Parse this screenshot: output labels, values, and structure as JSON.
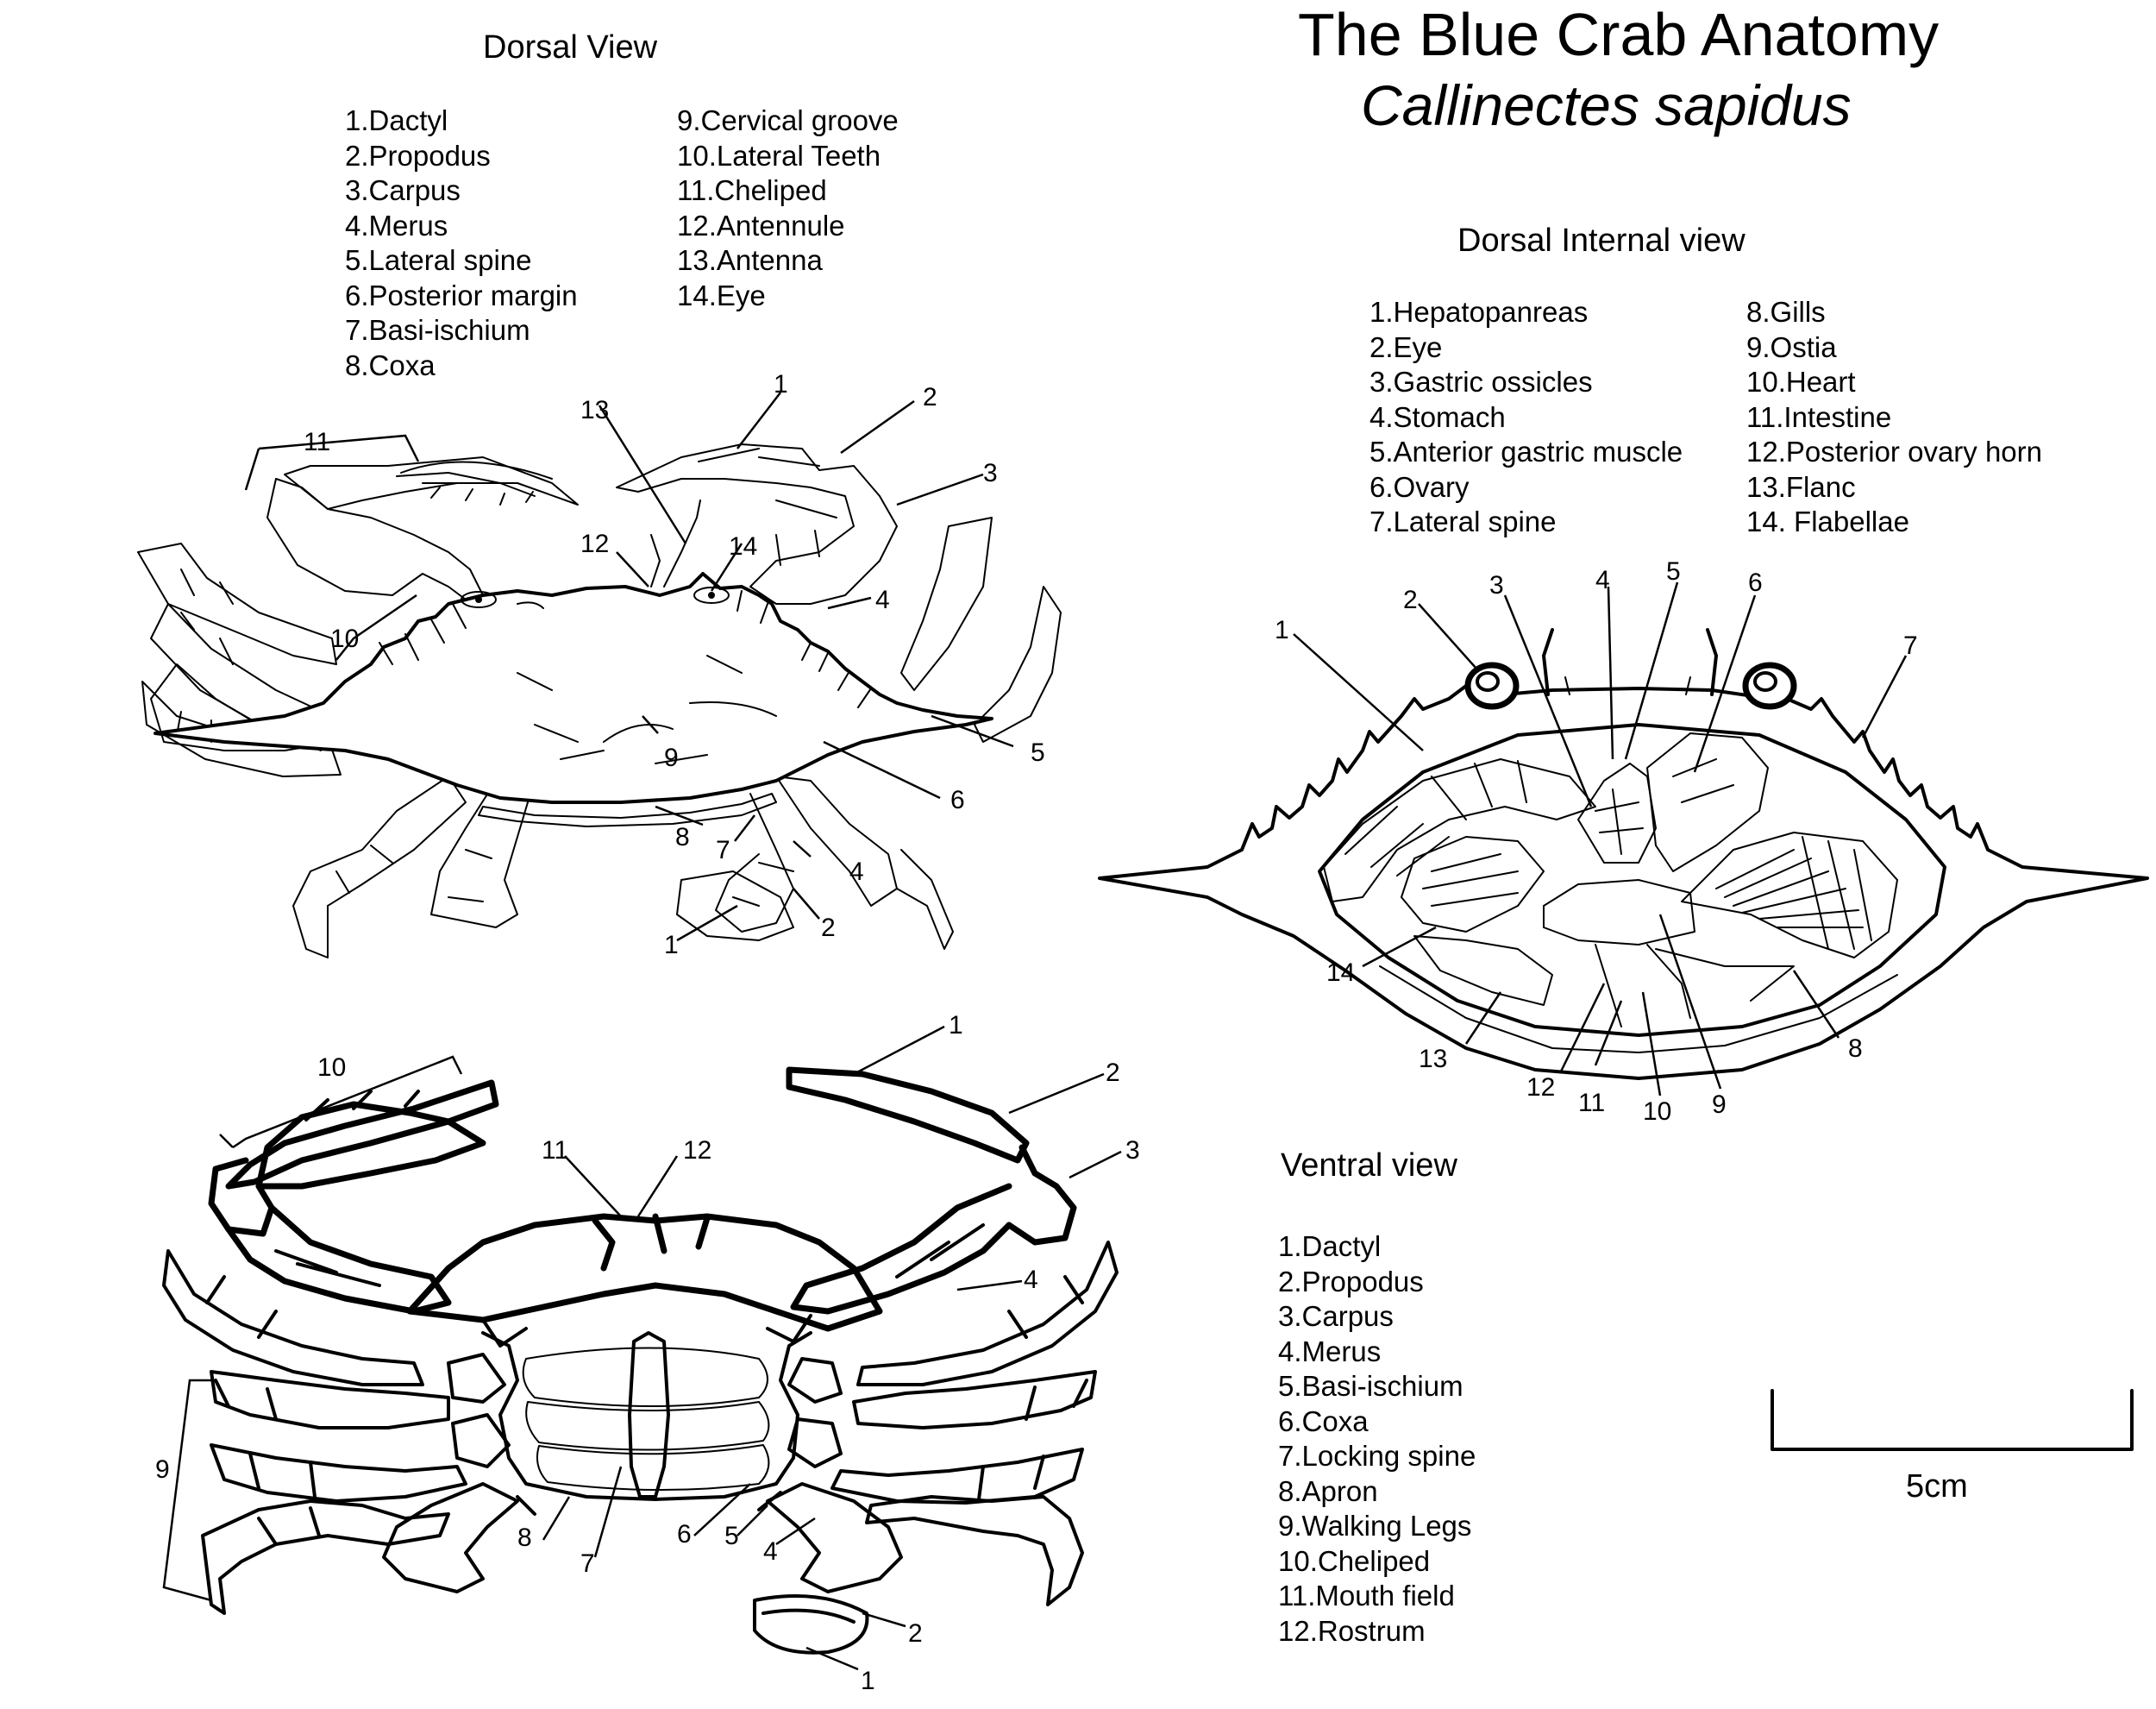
{
  "title": "The Blue Crab Anatomy",
  "subtitle": "Callinectes sapidus",
  "dorsal": {
    "heading": "Dorsal View",
    "col1": [
      "1.Dactyl",
      "2.Propodus",
      "3.Carpus",
      "4.Merus",
      "5.Lateral spine",
      "6.Posterior margin",
      "7.Basi-ischium",
      "8.Coxa"
    ],
    "col2": [
      "9.Cervical groove",
      "10.Lateral Teeth",
      "11.Cheliped",
      "12.Antennule",
      "13.Antenna",
      "14.Eye"
    ],
    "callouts": [
      "1",
      "2",
      "3",
      "4",
      "5",
      "6",
      "7",
      "8",
      "9",
      "10",
      "11",
      "12",
      "13",
      "14",
      "4",
      "1",
      "2"
    ]
  },
  "internal": {
    "heading": "Dorsal Internal view",
    "col1": [
      "1.Hepatopanreas",
      "2.Eye",
      "3.Gastric ossicles",
      "4.Stomach",
      "5.Anterior gastric muscle",
      "6.Ovary",
      "7.Lateral spine"
    ],
    "col2": [
      "8.Gills",
      "9.Ostia",
      "10.Heart",
      "11.Intestine",
      "12.Posterior ovary horn",
      "13.Flanc",
      "14. Flabellae"
    ],
    "callouts": [
      "1",
      "2",
      "3",
      "4",
      "5",
      "6",
      "7",
      "8",
      "9",
      "10",
      "11",
      "12",
      "13",
      "14"
    ]
  },
  "ventral": {
    "heading": "Ventral view",
    "items": [
      "1.Dactyl",
      "2.Propodus",
      "3.Carpus",
      "4.Merus",
      "5.Basi-ischium",
      "6.Coxa",
      "7.Locking spine",
      "8.Apron",
      "9.Walking Legs",
      "10.Cheliped",
      "11.Mouth field",
      "12.Rostrum"
    ],
    "callouts": [
      "1",
      "2",
      "3",
      "4",
      "10",
      "11",
      "12",
      "9",
      "8",
      "7",
      "6",
      "5",
      "4",
      "2",
      "1"
    ]
  },
  "scale_bar": {
    "label": "5cm"
  }
}
